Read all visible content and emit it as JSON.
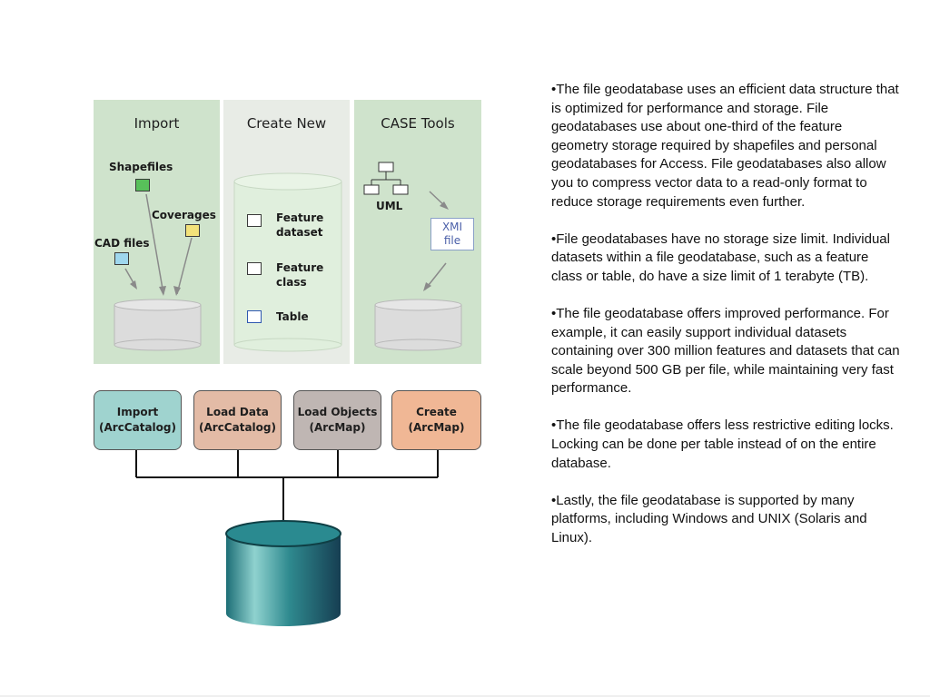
{
  "diagram": {
    "panels": [
      {
        "title": "Import"
      },
      {
        "title": "Create New"
      },
      {
        "title": "CASE  Tools"
      }
    ],
    "import_labels": {
      "shapefiles": "Shapefiles",
      "coverages": "Coverages",
      "cad_files": "CAD files"
    },
    "create_new_items": [
      {
        "label_line1": "Feature",
        "label_line2": "dataset",
        "icon": "feature-dataset-icon"
      },
      {
        "label_line1": "Feature",
        "label_line2": "class",
        "icon": "feature-class-icon"
      },
      {
        "label_line1": "Table",
        "label_line2": "",
        "icon": "table-icon"
      }
    ],
    "case_tools": {
      "uml_label": "UML",
      "xmi_line1": "XMI",
      "xmi_line2": "file"
    },
    "steps": [
      {
        "line1": "Import",
        "line2": "(ArcCatalog)",
        "color": "#9fd3cf"
      },
      {
        "line1": "Load Data",
        "line2": "(ArcCatalog)",
        "color": "#e3bba6"
      },
      {
        "line1": "Load Objects",
        "line2": "(ArcMap)",
        "color": "#bfb6b3"
      },
      {
        "line1": "Create",
        "line2": "(ArcMap)",
        "color": "#f0b795"
      }
    ],
    "colors": {
      "panel_green": "#cfe3cc",
      "panel_gray": "#e8ece6",
      "geodatabase_teal": "#2f8a8f"
    }
  },
  "bullets": [
    "•The file geodatabase uses an efficient data structure that is optimized for performance and storage. File geodatabases use about one-third of the feature geometry storage required by shapefiles and personal geodatabases for Access. File geodatabases also allow you to compress vector data to a read-only format to reduce storage requirements even further.",
    "•File geodatabases have no storage size limit. Individual datasets within a file geodatabase, such as a feature class or table, do have a size limit of 1 terabyte (TB).",
    "•The file geodatabase offers improved performance. For example, it can easily support individual datasets containing over 300 million features and datasets that can scale beyond 500 GB per file, while maintaining very fast performance.",
    "•The file geodatabase offers less restrictive editing locks. Locking can be done per table instead of on the entire database.",
    "•Lastly, the file geodatabase is supported by many platforms, including Windows and UNIX (Solaris and Linux)."
  ]
}
